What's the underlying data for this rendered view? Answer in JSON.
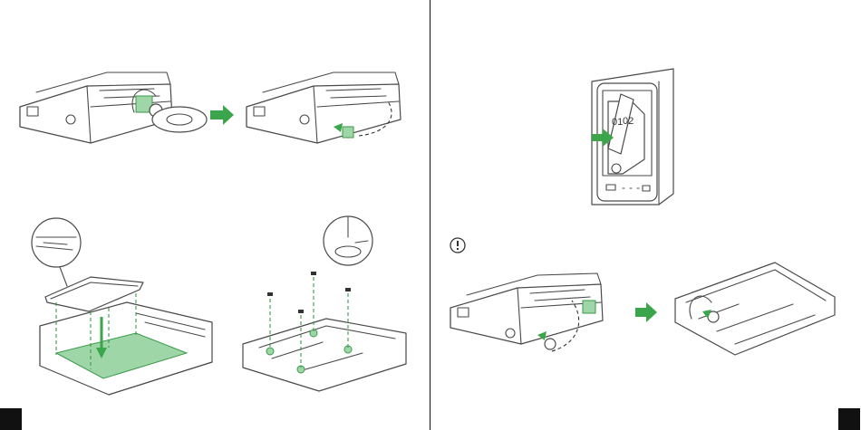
{
  "pages": [
    {
      "id": "left",
      "page_number": "",
      "corner_color": "#111111"
    },
    {
      "id": "right",
      "page_number": "",
      "corner_color": "#111111"
    }
  ],
  "colors": {
    "accent": "#3aa54a",
    "accent_light": "#9ed6a8",
    "line": "#4a4a4a",
    "background": "#ffffff"
  },
  "drive_bay": {
    "slot_labels": [
      "01",
      "02"
    ]
  },
  "icons": [
    "warning-icon",
    "arrow-right-icon",
    "screw-icon",
    "screwdriver-icon",
    "power-icon"
  ]
}
